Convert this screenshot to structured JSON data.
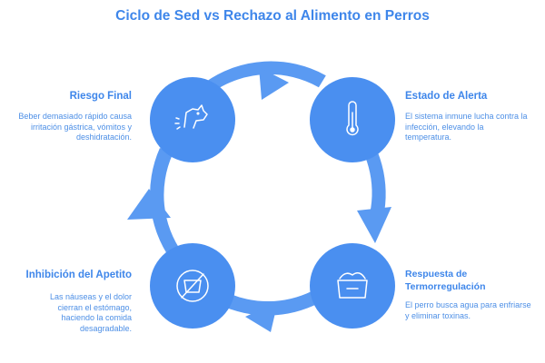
{
  "title": "Ciclo de Sed vs Rechazo al Alimento en Perros",
  "colors": {
    "primary": "#3e86ea",
    "node": "#4a8ff0",
    "ring": "#5a9af2",
    "text": "#4d8fe6"
  },
  "steps": [
    {
      "label": "Estado de Alerta",
      "description": "El sistema inmune lucha contra la infección, elevando la temperatura.",
      "icon": "thermometer-icon"
    },
    {
      "label": "Respuesta de Termorregulación",
      "description": "El perro busca agua para enfriarse y eliminar toxinas.",
      "icon": "water-bowl-icon"
    },
    {
      "label": "Inhibición del Apetito",
      "description": "Las náuseas y el dolor cierran el estómago, haciendo la comida desagradable.",
      "icon": "no-food-icon"
    },
    {
      "label": "Riesgo Final",
      "description": "Beber demasiado rápido causa irritación gástrica, vómitos y deshidratación.",
      "icon": "sick-dog-icon"
    }
  ]
}
